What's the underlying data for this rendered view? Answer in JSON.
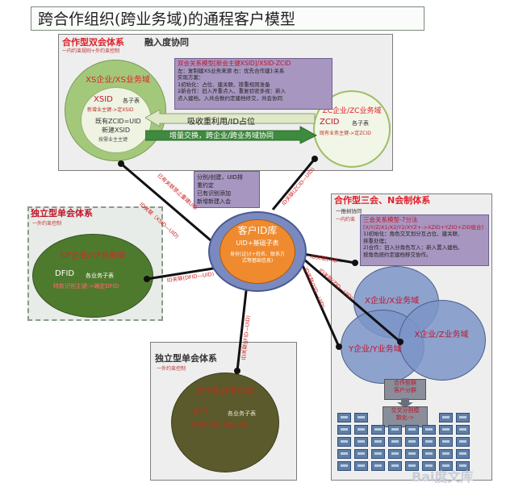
{
  "title": "跨合作组织(跨业务域)的通程客户模型",
  "top_panel": {
    "title": "合作型双会体系",
    "subtitle": "融入度协同",
    "sub_note": "一内约束规则+外约束控制",
    "xs_circle": {
      "title": "XS企业/XS业务域",
      "id_label": "XSID",
      "id_desc": "各子表",
      "line1": "新增业主键->定XSID",
      "line2": "既有ZCID=UID",
      "line3": "新建XSID",
      "line4": "按需业主主键"
    },
    "zc_circle": {
      "title": "ZC企业/ZC业务域",
      "id_label": "ZCID",
      "id_desc": "各子表",
      "line1": "既有业务主键->定ZCID"
    },
    "model_box": {
      "header": "双会关系模型[新会主键XSID]/XSID-ZCID",
      "lines": [
        "左：复制建XS业务来源 右：优先合作建]:关系",
        "实现方案：",
        "1初始化：占位、建关联、掺重规则准备",
        "2新合作：旧入开重点入、重复验密多视：新入",
        "点入建档，入共合数约定建档修交，共会协同"
      ]
    },
    "arrow_top": "吸收重利用/ID占位",
    "arrow_bottom": "增量交换，跨企业/跨业务域协同"
  },
  "middle_note": {
    "lines": [
      "分别/创建，UID排",
      "重约定",
      "已有识别添加",
      "新增新建入会"
    ]
  },
  "center": {
    "title": "客户ID库",
    "subtitle": "UID+基础子表",
    "note": "身份(证)/(+姓名、联系方式等基础信息)"
  },
  "left_panel": {
    "title": "独立型单会体系",
    "sub_note": "一外约束控制",
    "circle_title": "DF企业/DF业务域",
    "id_label": "DFID",
    "id_desc": "各业务子表",
    "line1": "特新识别主键->确定DFID"
  },
  "bottom_panel": {
    "title": "独立型单会体系",
    "sub_note": "一外约束控制",
    "circle_title": "JF企业/JF业务域",
    "id_label": "JFID",
    "id_desc": "各业务子表",
    "line1": "新识别主键->确定JFID"
  },
  "right_panel": {
    "title": "合作型三会、N会制体系",
    "sub_note1": "一推树协同",
    "sub_note2": "一内约束",
    "model_box": {
      "header": "三会关系模型-7分法",
      "lines": [
        "[X/Y/Z/X1/X2/Y2/XYZ+->XZID+YZID+ZID组合]",
        "1)初始化：角色交叉划分互占位、建关联、",
        "排重处理；",
        "2)合作：旧入分角色写入：新入置入建档、",
        "按角色按约定建档移交协作。"
      ]
    },
    "x_circle": "X企业/X业务域",
    "y_circle": "Y企业/Y业务域",
    "z_circle": "X企业/Z业务域",
    "customer_box": [
      "合作型群",
      "客户分群"
    ],
    "cross_box": [
      "交叉分割模",
      "数化->"
    ]
  },
  "connectors": {
    "xs": "ID关联（XSID—UID)",
    "zc": "ID关联(ZCID—UID)",
    "xs_extra": "已有关联禁止重建UID",
    "df": "ID关联(DFID—UID)",
    "jf": "ID关联(JFID—UID)",
    "x": "ID关联(XID—",
    "y": "ID关联(YID—UID)",
    "z": "ID关联(ZID—UID)"
  },
  "watermark": "Bai度文库",
  "colors": {
    "xs_outer": "#a3c87a",
    "xs_inner": "#eef3e2",
    "df_circle": "#4e7a2e",
    "jf_circle": "#5a5a2c",
    "center_circle": "#ef8a2e",
    "venn_blue": "#7d94c8",
    "red_text": "#e0202a"
  }
}
